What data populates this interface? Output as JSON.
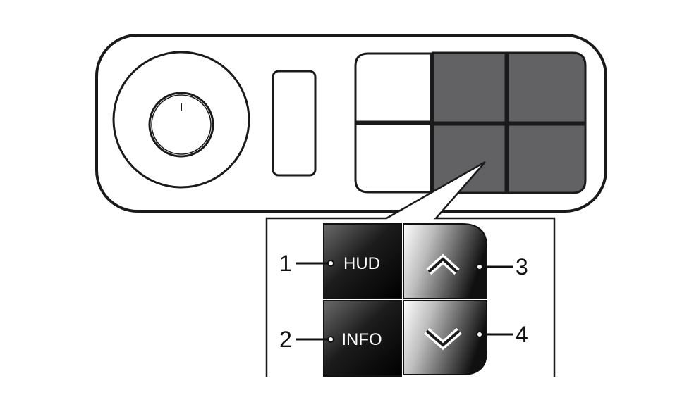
{
  "diagram": {
    "buttons": [
      {
        "id": "hud",
        "label": "HUD",
        "callout": "1"
      },
      {
        "id": "info",
        "label": "INFO",
        "callout": "2"
      },
      {
        "id": "up",
        "icon": "chevron-up-icon",
        "callout": "3"
      },
      {
        "id": "down",
        "icon": "chevron-down-icon",
        "callout": "4"
      }
    ]
  }
}
